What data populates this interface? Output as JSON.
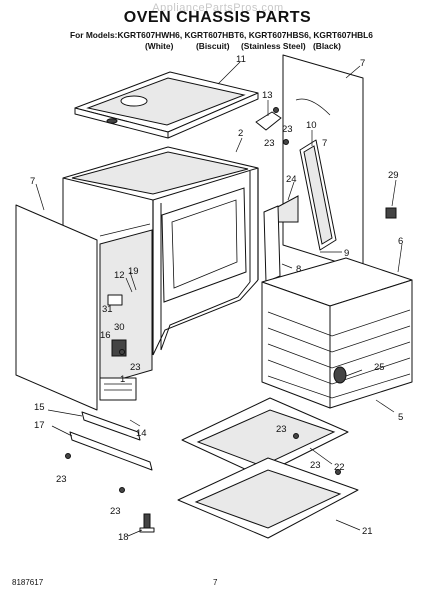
{
  "watermark": "AppliancePartsPros.com",
  "title": "OVEN CHASSIS PARTS",
  "models_line": "For Models:KGRT607HWH6, KGRT607HBT6, KGRT607HBS6, KGRT607HBL6",
  "colors": [
    "(White)",
    "(Biscuit)",
    "(Stainless Steel)",
    "(Black)"
  ],
  "footer": {
    "doc_number": "8187617",
    "page_number": "7"
  },
  "callouts": {
    "c11": "11",
    "c7a": "7",
    "c13": "13",
    "c23a": "23",
    "c2": "2",
    "c10": "10",
    "c23b": "23",
    "c7b": "7",
    "c24": "24",
    "c29": "29",
    "c12": "12",
    "c19": "19",
    "c9": "9",
    "c8": "8",
    "c6": "6",
    "c31": "31",
    "c30": "30",
    "c16": "16",
    "c23c": "23",
    "c1": "1",
    "c25": "25",
    "c5": "5",
    "c15": "15",
    "c17": "17",
    "c14": "14",
    "c23d": "23",
    "c22": "22",
    "c23e": "23",
    "c23f": "23",
    "c23g": "23",
    "c21": "21",
    "c18": "18"
  }
}
